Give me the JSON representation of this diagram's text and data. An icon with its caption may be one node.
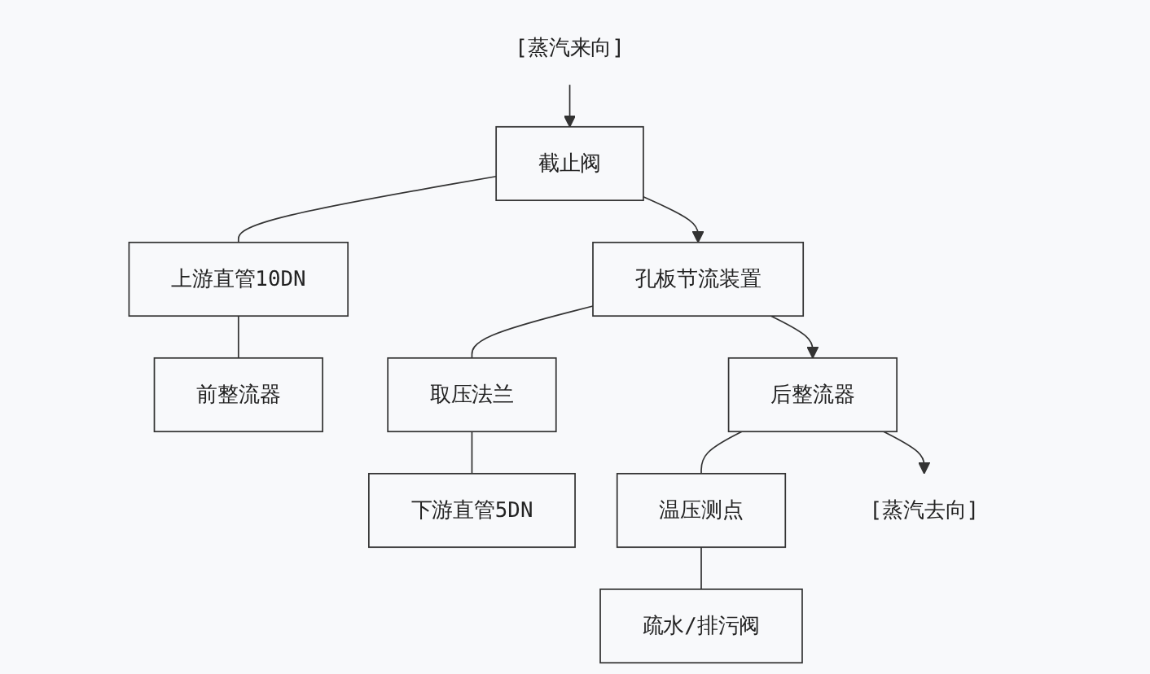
{
  "diagram": {
    "nodes": [
      {
        "text": [
          "[蒸汽来向]"
        ]
      },
      {
        "text": [
          "截止阀"
        ]
      },
      {
        "text": [
          "上游直管10DN"
        ]
      },
      {
        "text": [
          "前整流器"
        ]
      },
      {
        "text": [
          "孔板节流装置"
        ]
      },
      {
        "text": [
          "取压法兰"
        ]
      },
      {
        "text": [
          "下游直管5DN"
        ]
      },
      {
        "text": [
          "后整流器"
        ]
      },
      {
        "text": [
          "温压测点"
        ]
      },
      {
        "text": [
          "疏水/排污阀"
        ]
      },
      {
        "text": [
          "[蒸汽去向]"
        ]
      }
    ],
    "edges": [
      {
        "from": 0,
        "to": 1,
        "arrow": "to"
      },
      {
        "from": 1,
        "to": 2,
        "arrow": "none"
      },
      {
        "from": 2,
        "to": 3,
        "arrow": "none"
      },
      {
        "from": 1,
        "to": 4,
        "arrow": "to"
      },
      {
        "from": 4,
        "to": 5,
        "arrow": "none"
      },
      {
        "from": 5,
        "to": 6,
        "arrow": "none"
      },
      {
        "from": 4,
        "to": 7,
        "arrow": "to"
      },
      {
        "from": 7,
        "to": 8,
        "arrow": "none"
      },
      {
        "from": 8,
        "to": 9,
        "arrow": "none"
      },
      {
        "from": 7,
        "to": 10,
        "arrow": "to"
      }
    ]
  }
}
